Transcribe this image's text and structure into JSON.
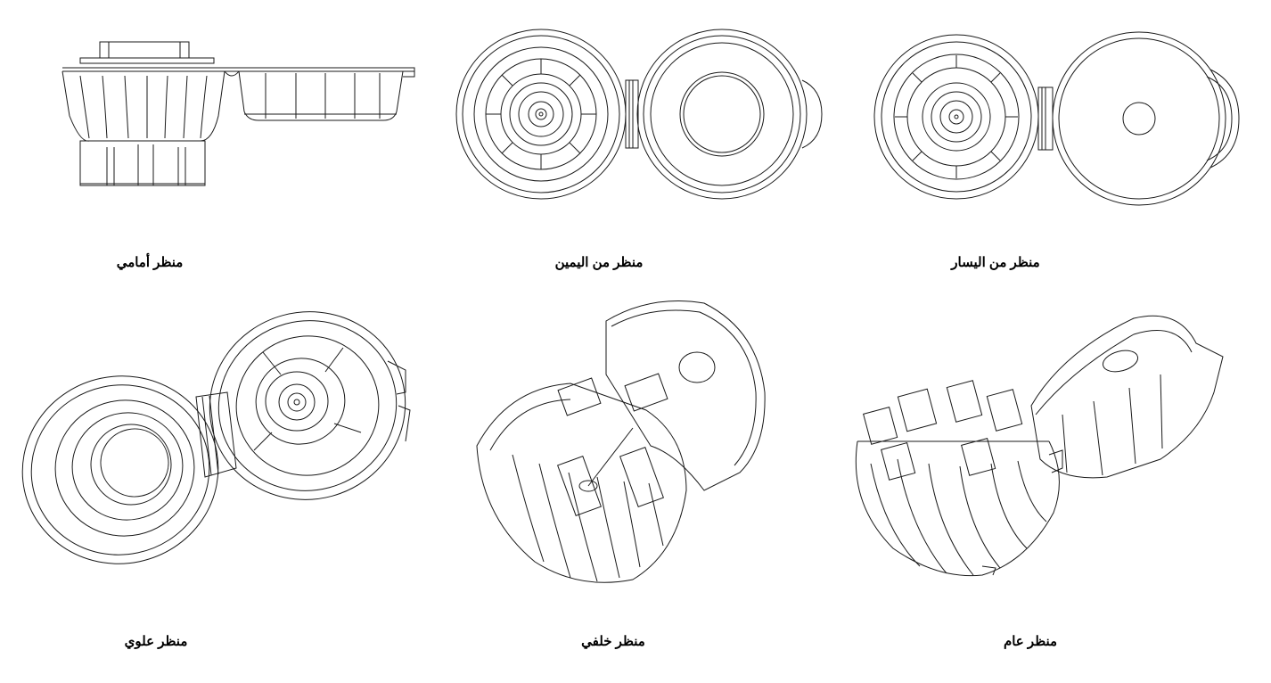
{
  "views": {
    "front": {
      "label": "منظر أمامي"
    },
    "right": {
      "label": "منظر من اليمين"
    },
    "left": {
      "label": "منظر من اليسار"
    },
    "top": {
      "label": "منظر علوي"
    },
    "back": {
      "label": "منظر خلفي"
    },
    "general": {
      "label": "منظر عام"
    }
  },
  "colors": {
    "line": "#1a1a1a",
    "background": "#ffffff"
  }
}
